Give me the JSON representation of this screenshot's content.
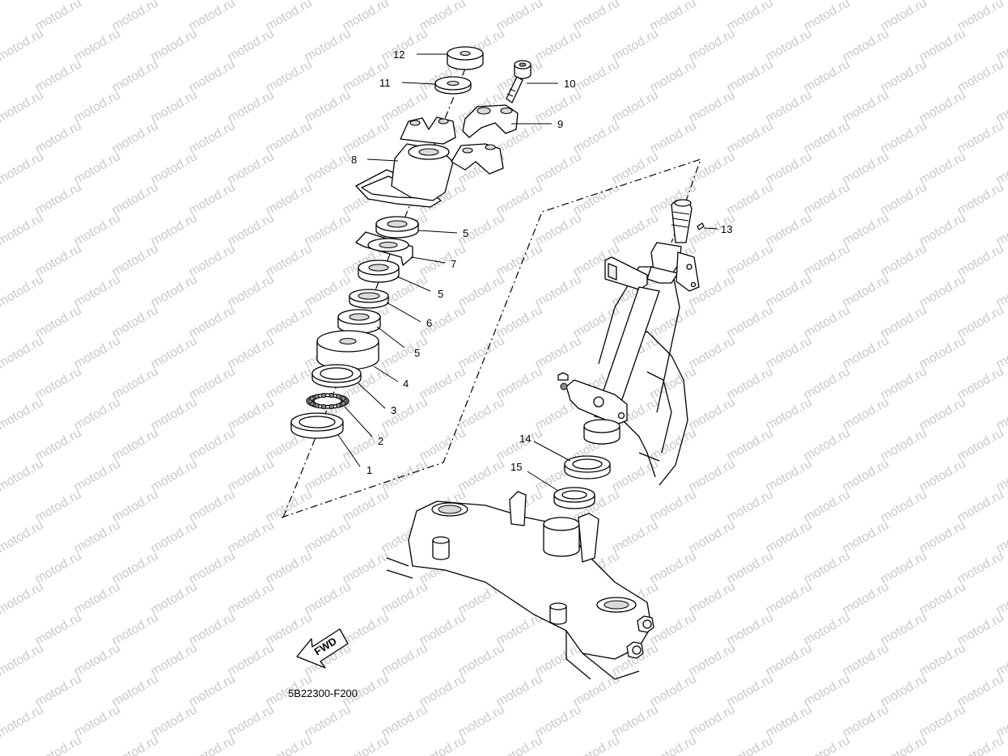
{
  "diagram": {
    "watermark": "motod.ru",
    "code": "5B22300-F200",
    "fwd_label": "FWD",
    "callouts": {
      "c1": "1",
      "c2": "2",
      "c3": "3",
      "c4": "4",
      "c5a": "5",
      "c5b": "5",
      "c5c": "5",
      "c6": "6",
      "c7": "7",
      "c8": "8",
      "c9": "9",
      "c10": "10",
      "c11": "11",
      "c12": "12",
      "c13": "13",
      "c14": "14",
      "c15": "15"
    }
  }
}
